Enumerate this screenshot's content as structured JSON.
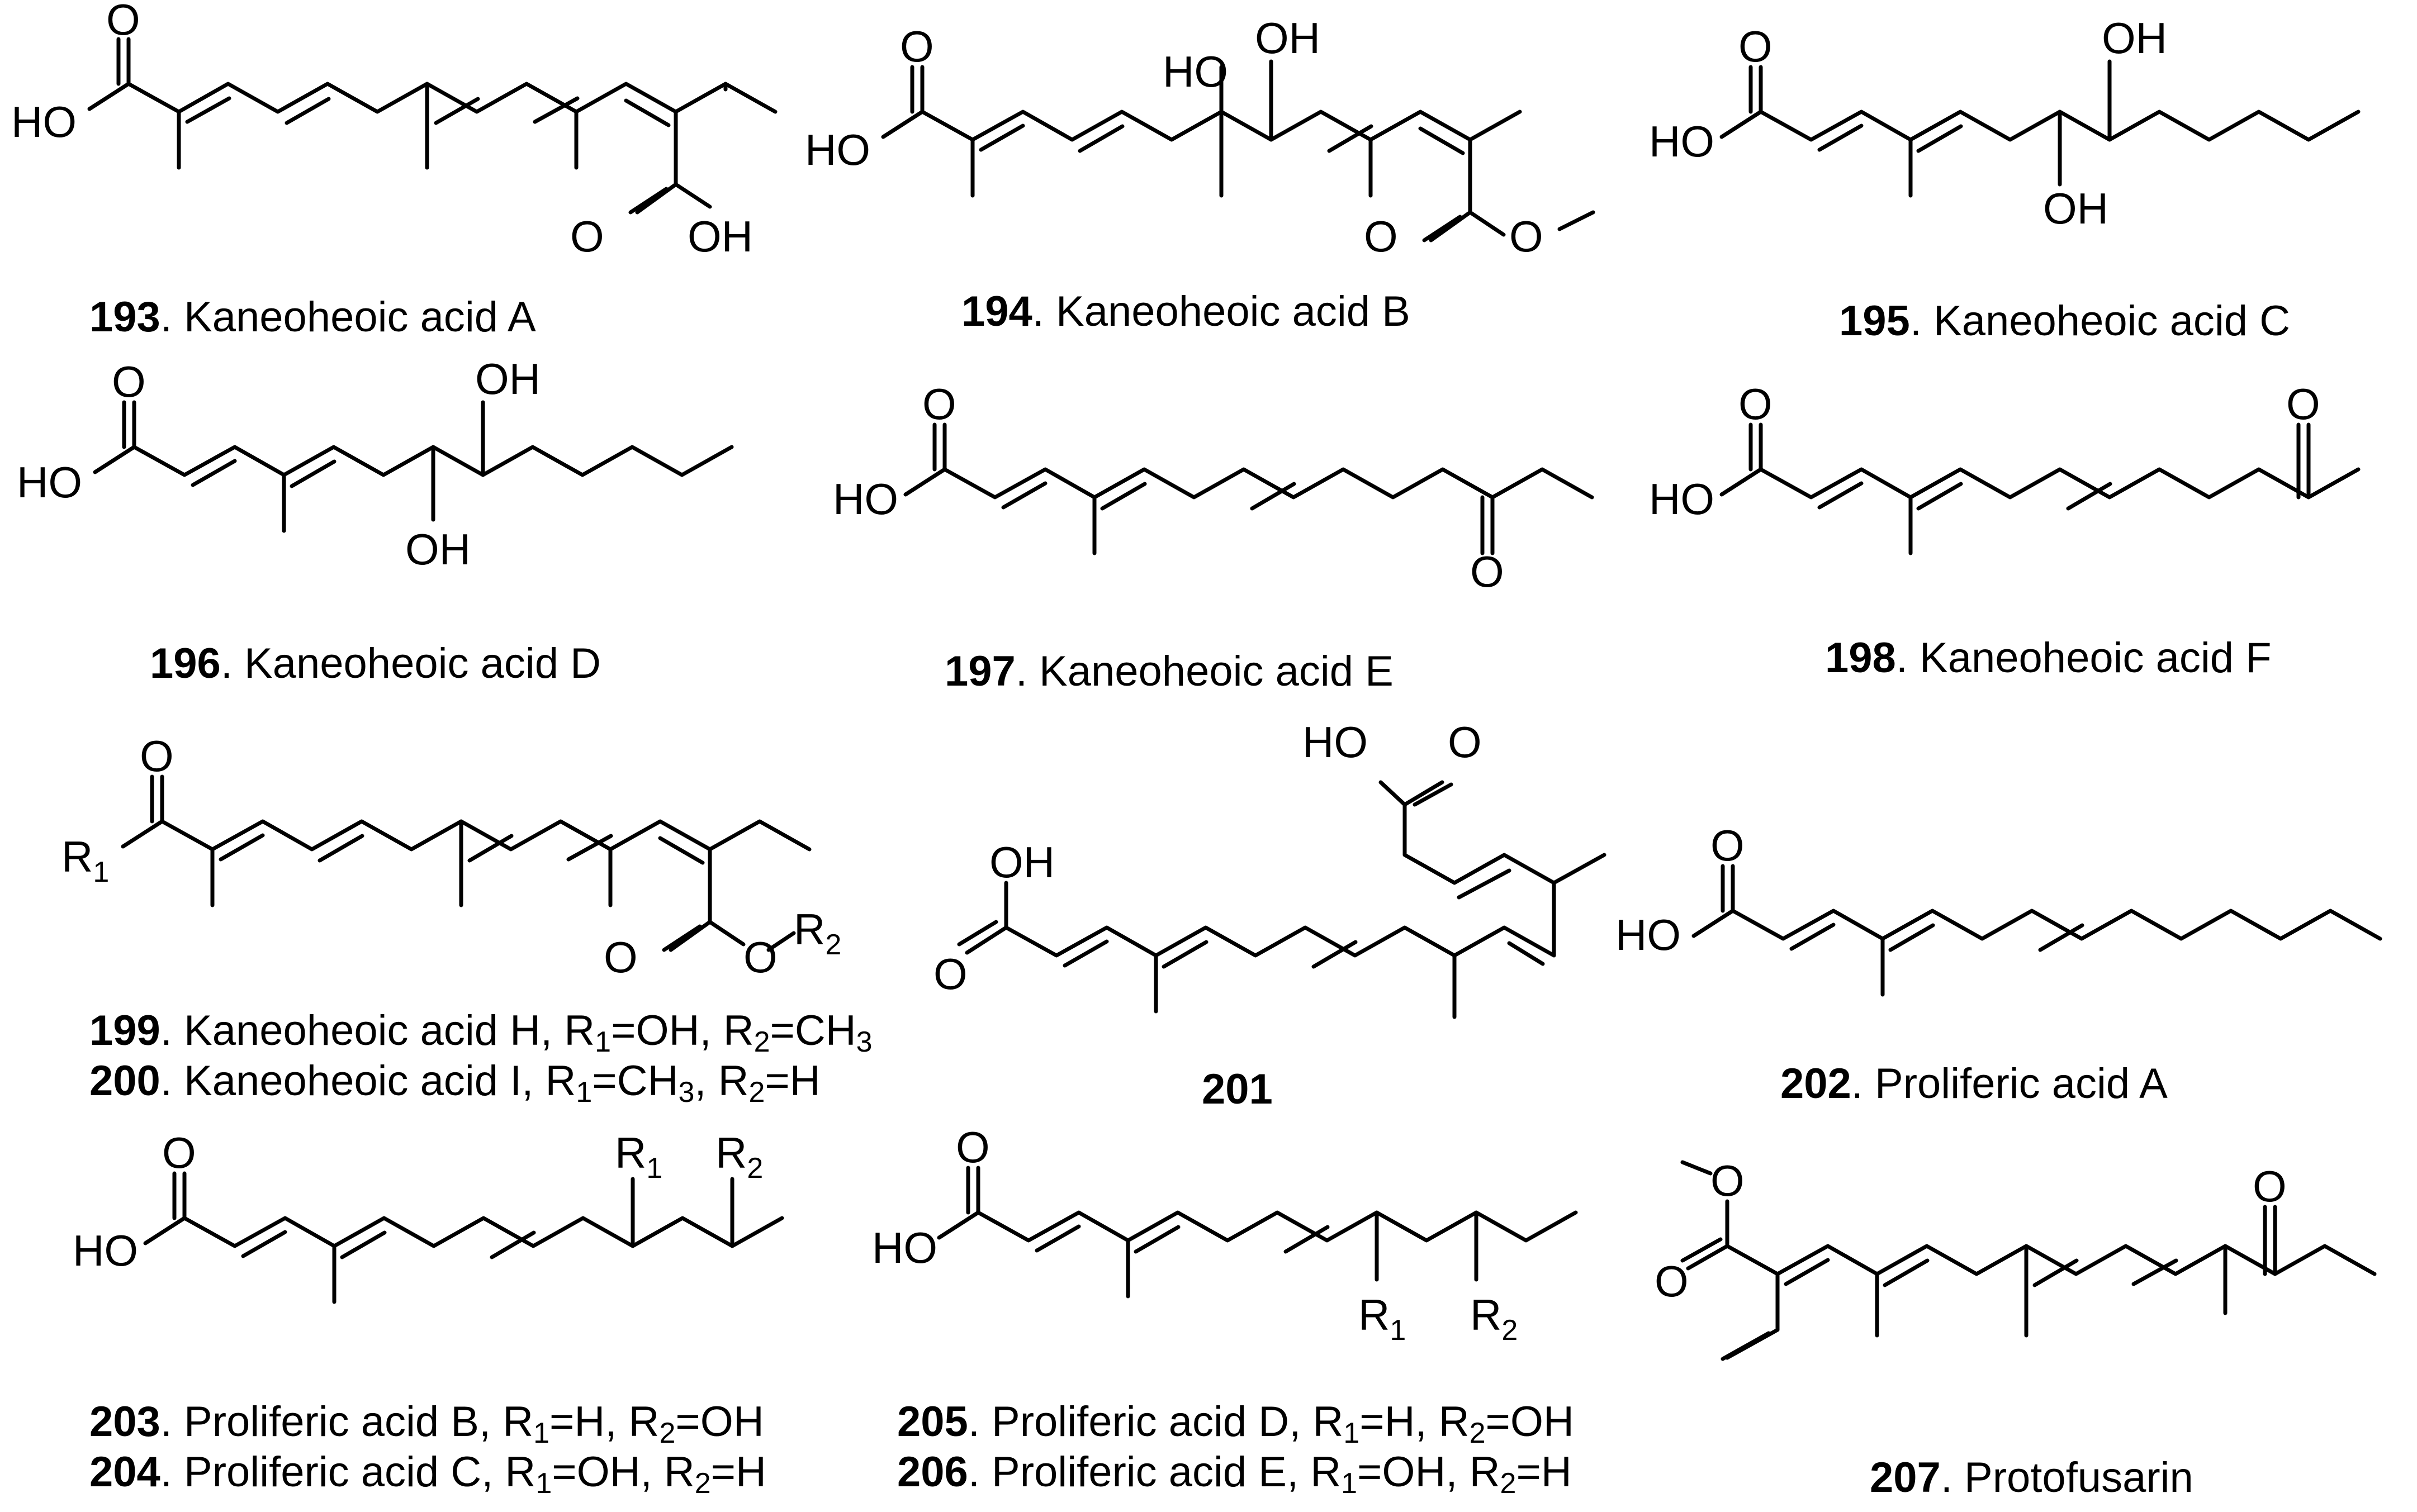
{
  "compounds": [
    {
      "id": "c193",
      "number": "193",
      "name": ". Kaneoheoic acid A"
    },
    {
      "id": "c194",
      "number": "194",
      "name": ". Kaneoheoic acid B"
    },
    {
      "id": "c195",
      "number": "195",
      "name": ". Kaneoheoic acid C"
    },
    {
      "id": "c196",
      "number": "196",
      "name": ". Kaneoheoic acid D"
    },
    {
      "id": "c197",
      "number": "197",
      "name": ". Kaneoheoic acid E"
    },
    {
      "id": "c198",
      "number": "198",
      "name": ". Kaneoheoic acid F"
    },
    {
      "id": "c199",
      "number": "199",
      "name": ". Kaneoheoic acid H, R",
      "r1": "=OH, R",
      "r2": "=CH"
    },
    {
      "id": "c200",
      "number": "200",
      "name": ". Kaneoheoic acid I, R",
      "r1": "=CH",
      "r2": ", R",
      "r3": "=H"
    },
    {
      "id": "c201",
      "number": "201"
    },
    {
      "id": "c202",
      "number": "202",
      "name": ". Proliferic acid A"
    },
    {
      "id": "c203",
      "number": "203",
      "name": ". Proliferic acid B, R",
      "r1": "=H, R",
      "r2": "=OH"
    },
    {
      "id": "c204",
      "number": "204",
      "name": ". Proliferic acid C, R",
      "r1": "=OH, R",
      "r2": "=H"
    },
    {
      "id": "c205",
      "number": "205",
      "name": ". Proliferic acid D, R",
      "r1": "=H, R",
      "r2": "=OH"
    },
    {
      "id": "c206",
      "number": "206",
      "name": ". Proliferic acid E, R",
      "r1": "=OH, R",
      "r2": "=H"
    },
    {
      "id": "c207",
      "number": "207",
      "name": ". Protofusarin"
    }
  ],
  "subscripts": {
    "one": "1",
    "two": "2",
    "three": "3"
  },
  "atoms": {
    "o": "O",
    "oh": "OH",
    "ho": "HO",
    "r": "R"
  }
}
